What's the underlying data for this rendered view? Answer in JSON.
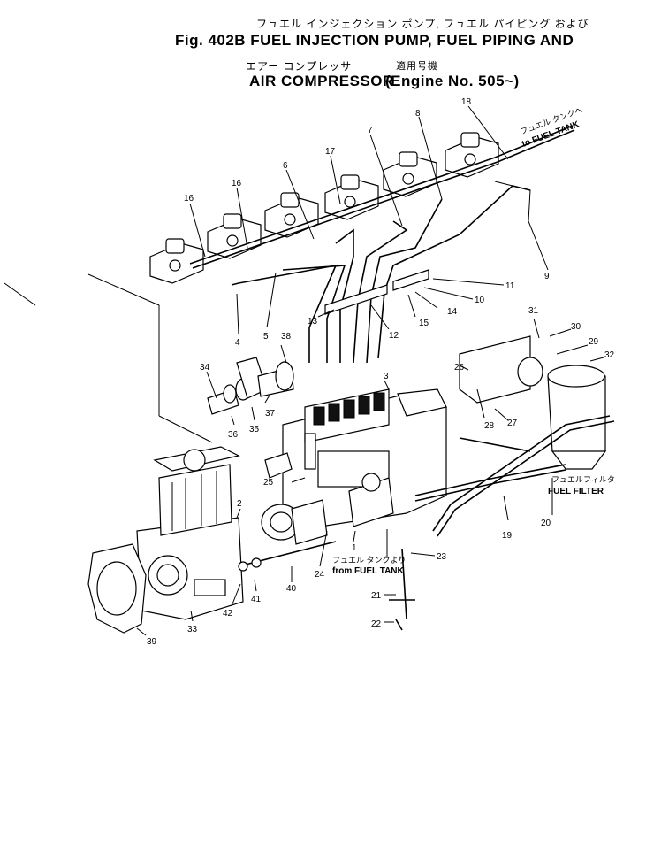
{
  "header": {
    "jp_line1": "フュエル インジェクション ポンプ, フュエル パイピング および",
    "line1": "Fig. 402B  FUEL INJECTION PUMP, FUEL PIPING AND",
    "jp_line2": "エアー コンプレッサ",
    "jp_engine": "適用号機",
    "line2_left": "AIR COMPRESSOR",
    "line2_right": "(Engine No. 505~)"
  },
  "notes": {
    "to_tank_jp": "フュエル タンクへ",
    "to_tank": "to FUEL TANK",
    "from_tank_jp": "フュエル タンクより",
    "from_tank": "from FUEL TANK",
    "filter_jp": "フュエルフィルタ",
    "filter": "FUEL FILTER"
  },
  "callouts": {
    "c1": "1",
    "c2": "2",
    "c3": "3",
    "c4": "4",
    "c5": "5",
    "c6": "6",
    "c7": "7",
    "c8": "8",
    "c9": "9",
    "c10": "10",
    "c11": "11",
    "c12": "12",
    "c13": "13",
    "c14": "14",
    "c15": "15",
    "c16a": "16",
    "c16b": "16",
    "c17": "17",
    "c18": "18",
    "c19": "19",
    "c20": "20",
    "c21": "21",
    "c22": "22",
    "c23": "23",
    "c24": "24",
    "c25": "25",
    "c26": "26",
    "c27": "27",
    "c28": "28",
    "c29": "29",
    "c30": "30",
    "c31": "31",
    "c32": "32",
    "c33": "33",
    "c34": "34",
    "c35": "35",
    "c36": "36",
    "c37": "37",
    "c38": "38",
    "c39": "39",
    "c40": "40",
    "c41": "41",
    "c42": "42"
  }
}
